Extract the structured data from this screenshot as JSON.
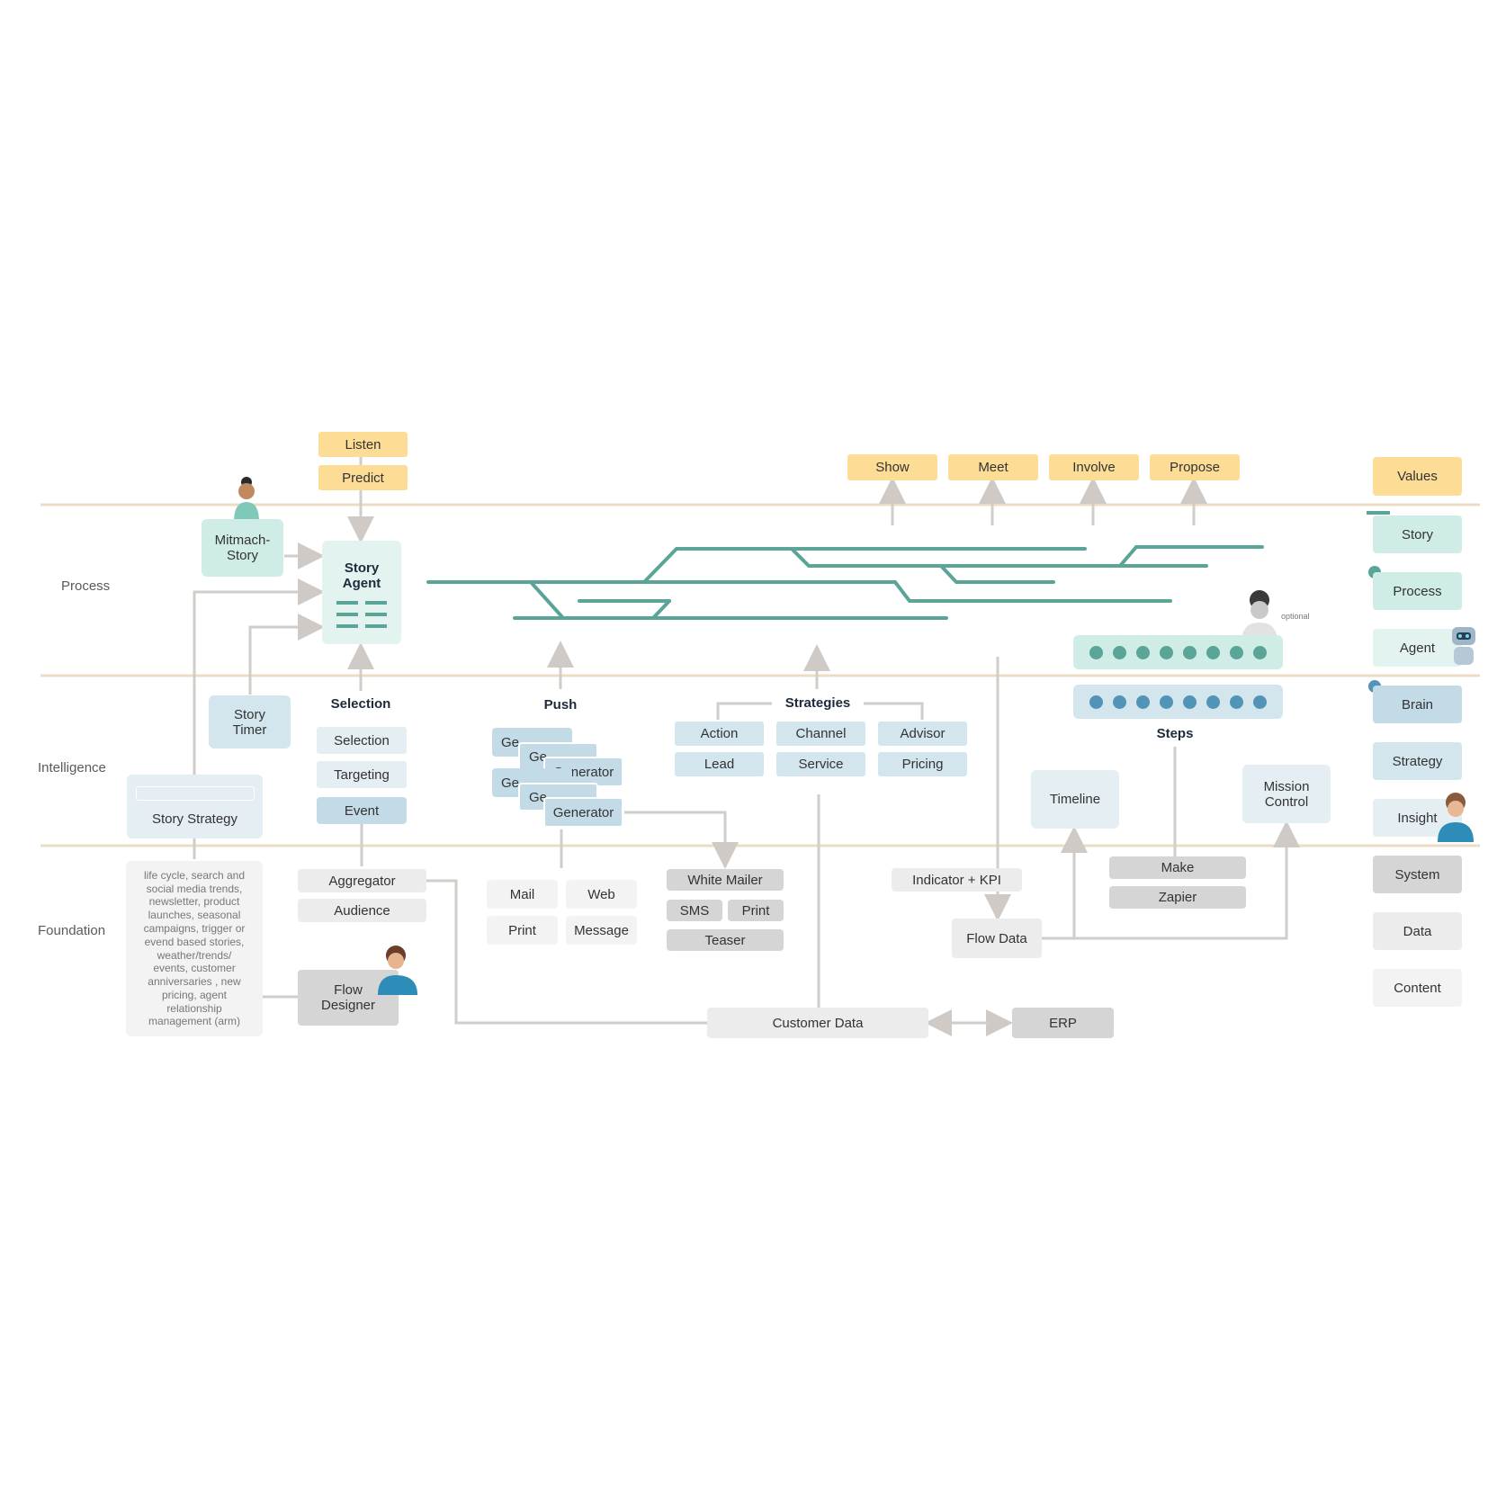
{
  "rows": {
    "process": "Process",
    "intelligence": "Intelligence",
    "foundation": "Foundation"
  },
  "top_actions": {
    "listen": "Listen",
    "predict": "Predict"
  },
  "values_actions": [
    "Show",
    "Meet",
    "Involve",
    "Propose"
  ],
  "process": {
    "mitmach_story": "Mitmach-\nStory",
    "story_agent": "Story\nAgent",
    "optional": "optional"
  },
  "intelligence": {
    "story_timer": "Story\nTimer",
    "story_strategy": "Story Strategy",
    "selection_head": "Selection",
    "selection_items": [
      "Selection",
      "Targeting",
      "Event"
    ],
    "push_head": "Push",
    "generators": [
      "Ge",
      "Ge",
      "Generator",
      "Ge",
      "Ge",
      "Generator"
    ],
    "strategies_head": "Strategies",
    "strategies": [
      "Action",
      "Channel",
      "Advisor",
      "Lead",
      "Service",
      "Pricing"
    ],
    "steps_head": "Steps",
    "timeline": "Timeline",
    "mission_control": "Mission\nControl"
  },
  "foundation": {
    "note": "life cycle, search  and\nsocial media trends,\nnewsletter, product\nlaunches, seasonal\ncampaigns, trigger or\nevend based stories,\nweather/trends/\nevents, customer\nanniversaries , new\npricing, agent\nrelationship\nmanagement (arm)",
    "aggregator": "Aggregator",
    "audience": "Audience",
    "flow_designer": "Flow\nDesigner",
    "channels": [
      "Mail",
      "Web",
      "Print",
      "Message"
    ],
    "white_mailer": "White Mailer",
    "sms": "SMS",
    "print": "Print",
    "teaser": "Teaser",
    "indicator_kpi": "Indicator + KPI",
    "flow_data": "Flow Data",
    "make": "Make",
    "zapier": "Zapier",
    "customer_data": "Customer Data",
    "erp": "ERP"
  },
  "legend": [
    "Values",
    "Story",
    "Process",
    "Agent",
    "Brain",
    "Strategy",
    "Insight",
    "System",
    "Data",
    "Content"
  ],
  "colors": {
    "teal": "#5aa598",
    "dot_blue": "#5294b8",
    "row_line": "#ecdcc4",
    "arrow": "#cfcac6"
  }
}
